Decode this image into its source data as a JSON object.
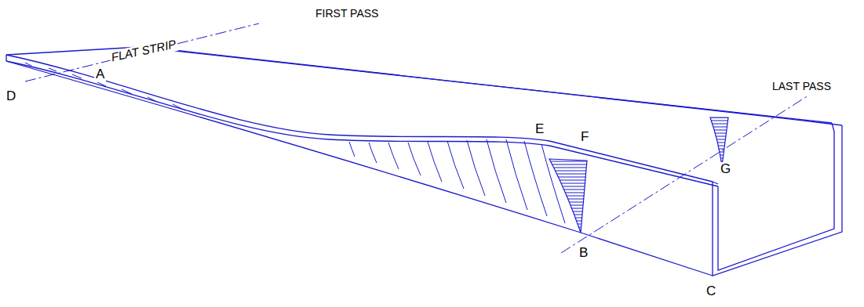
{
  "diagram": {
    "labels": [
      "FIRST PASS",
      "FLAT STRIP",
      "LAST PASS",
      "A",
      "B",
      "C",
      "D",
      "E",
      "F",
      "G"
    ]
  }
}
